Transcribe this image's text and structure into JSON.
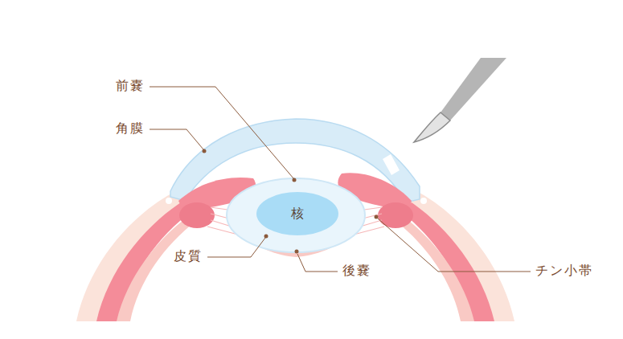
{
  "diagram": {
    "nodes": [
      {
        "text": [
          "核"
        ]
      }
    ],
    "labels": [
      "前嚢",
      "角膜",
      "皮質",
      "後嚢",
      "チン小帯"
    ]
  }
}
